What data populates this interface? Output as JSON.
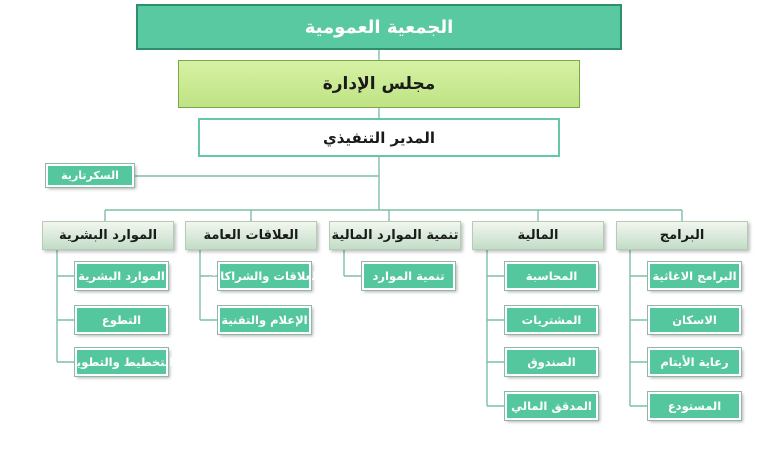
{
  "general_assembly": "الجمعية العمومية",
  "board": "مجلس الإدارة",
  "executive_director": "المدير التنفيذي",
  "secretariat": "السكرتارية",
  "departments": [
    {
      "title": "البرامج",
      "items": [
        "البرامج الاغاثية",
        "الاسكان",
        "رعاية الأيتام",
        "المستودع"
      ]
    },
    {
      "title": "المالية",
      "items": [
        "المحاسبة",
        "المشتريات",
        "الصندوق",
        "المدقق المالي"
      ]
    },
    {
      "title": "تنمية الموارد المالية",
      "items": [
        "تنمية الموارد"
      ]
    },
    {
      "title": "العلاقات العامة",
      "items": [
        "العلاقات والشراكات",
        "الإعلام والتقنية"
      ]
    },
    {
      "title": "الموارد البشرية",
      "items": [
        "الموارد البشرية",
        "التطوع",
        "التخطيط والتطوير"
      ]
    }
  ]
}
